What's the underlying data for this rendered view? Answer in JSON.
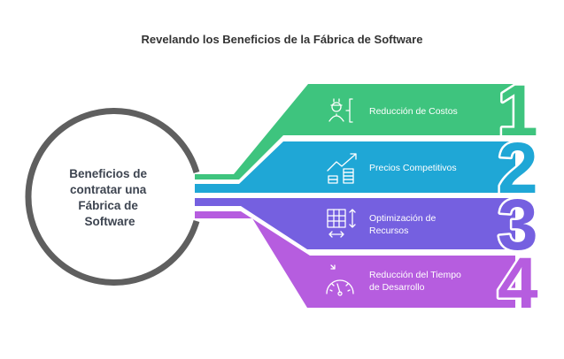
{
  "title": "Revelando los Beneficios de la Fábrica de Software",
  "center": {
    "lines": [
      "Beneficios de",
      "contratar una",
      "Fábrica de",
      "Software"
    ]
  },
  "items": [
    {
      "number": "1",
      "lines": [
        "Reducción de Costos"
      ],
      "icon": "worker-icon",
      "color": "#3ec47e"
    },
    {
      "number": "2",
      "lines": [
        "Precios Competitivos"
      ],
      "icon": "rising-coins-icon",
      "color": "#1fa7d6"
    },
    {
      "number": "3",
      "lines": [
        "Optimización de",
        "Recursos"
      ],
      "icon": "resize-table-icon",
      "color": "#7560e0"
    },
    {
      "number": "4",
      "lines": [
        "Reducción del Tiempo",
        "de Desarrollo"
      ],
      "icon": "speedometer-icon",
      "color": "#b65ddf"
    }
  ]
}
